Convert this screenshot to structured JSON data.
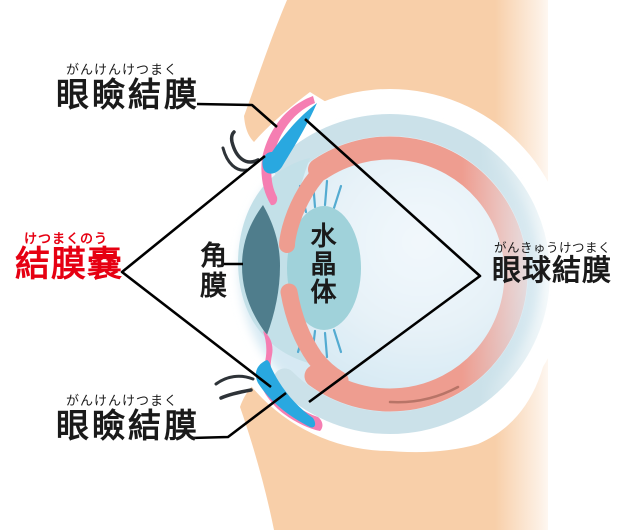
{
  "figure": {
    "type": "anatomical-diagram",
    "subject": "Cross-section of the human eye showing the conjunctiva",
    "labels": {
      "palpebral_top": {
        "furigana": "がんけんけつまく",
        "text": "眼瞼結膜"
      },
      "conjunctival_sac": {
        "furigana": "けつまくのう",
        "text": "結膜嚢"
      },
      "cornea": {
        "text": "角膜"
      },
      "lens": {
        "text": "水晶体"
      },
      "bulbar": {
        "furigana": "がんきゅうけつまく",
        "text": "眼球結膜"
      },
      "palpebral_bottom": {
        "furigana": "がんけんけつまく",
        "text": "眼瞼結膜"
      }
    }
  },
  "colors": {
    "skin": "#f8cfa9",
    "sclera": "#cbe1e9",
    "choroid": "#ee9d90",
    "bulge": "#c3e0e8",
    "crescent": "#4f7d8c",
    "lens": "#a0d2da",
    "zonule": "#54abd1",
    "pink": "#f57eb2",
    "conj": "#29a8e0",
    "lash": "#2e3338",
    "shadow": "#aa6a5c",
    "red": "#e60012",
    "ink": "#1a1a1a"
  }
}
